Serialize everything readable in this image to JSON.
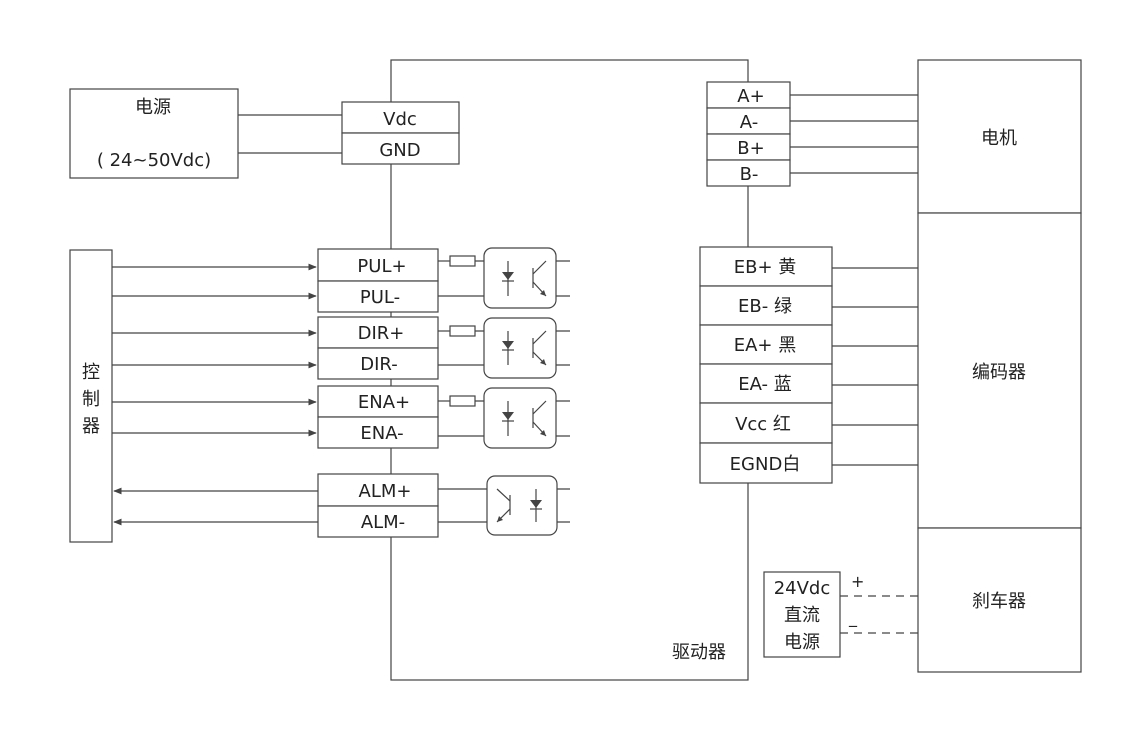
{
  "power_supply": {
    "title": "电源",
    "range": "( 24~50Vdc)"
  },
  "power_terminals": [
    "Vdc",
    "GND"
  ],
  "controller": {
    "label": "控制器"
  },
  "control_terminals": [
    "PUL+",
    "PUL-",
    "DIR+",
    "DIR-",
    "ENA+",
    "ENA-"
  ],
  "alarm_terminals": [
    "ALM+",
    "ALM-"
  ],
  "driver": {
    "label": "驱动器"
  },
  "motor_terminals": [
    "A+",
    "A-",
    "B+",
    "B-"
  ],
  "encoder_terminals": [
    "EB+ 黄",
    "EB-  绿",
    "EA+ 黑",
    "EA-  蓝",
    "Vcc 红",
    "EGND白"
  ],
  "motor": {
    "label": "电机"
  },
  "encoder": {
    "label": "编码器"
  },
  "brake": {
    "label": "刹车器"
  },
  "brake_supply": {
    "lines": [
      "24Vdc",
      "直流",
      "电源"
    ],
    "plus": "+",
    "minus": "_"
  },
  "colors": {
    "line": "#444444",
    "text": "#222222",
    "background": "#ffffff"
  }
}
